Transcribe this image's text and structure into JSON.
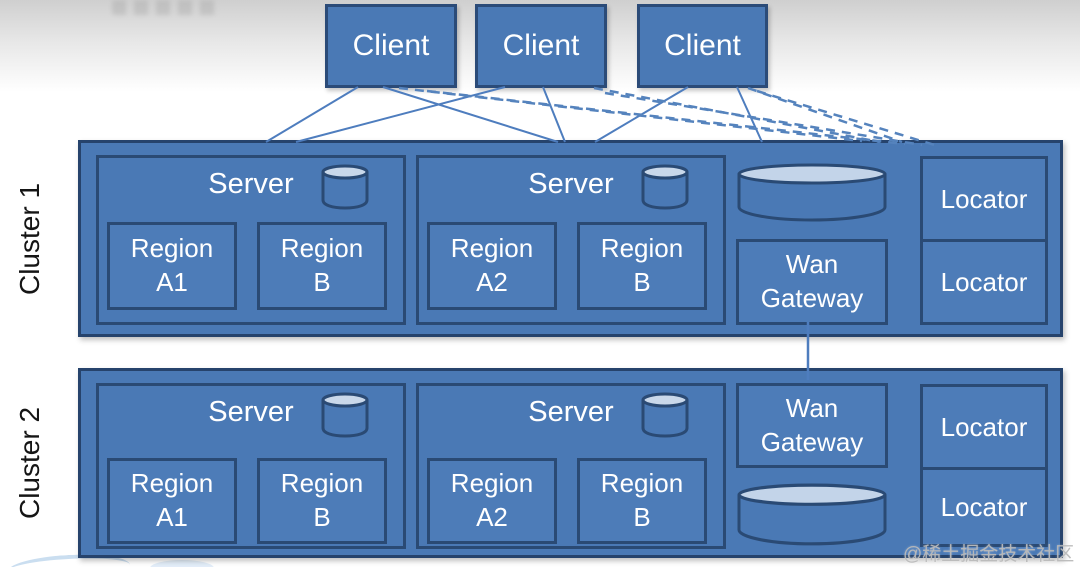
{
  "clients": [
    {
      "label": "Client"
    },
    {
      "label": "Client"
    },
    {
      "label": "Client"
    }
  ],
  "clusters": [
    {
      "label": "Cluster 1",
      "servers": [
        {
          "label": "Server",
          "disk_icon": "database-cylinder",
          "regions": [
            {
              "line1": "Region",
              "line2": "A1"
            },
            {
              "line1": "Region",
              "line2": "B"
            }
          ]
        },
        {
          "label": "Server",
          "disk_icon": "database-cylinder",
          "regions": [
            {
              "line1": "Region",
              "line2": "A2"
            },
            {
              "line1": "Region",
              "line2": "B"
            }
          ]
        }
      ],
      "gateway": {
        "line1": "Wan",
        "line2": "Gateway"
      },
      "disk_position": "above-gateway",
      "locators": [
        {
          "label": "Locator"
        },
        {
          "label": "Locator"
        }
      ]
    },
    {
      "label": "Cluster 2",
      "servers": [
        {
          "label": "Server",
          "disk_icon": "database-cylinder",
          "regions": [
            {
              "line1": "Region",
              "line2": "A1"
            },
            {
              "line1": "Region",
              "line2": "B"
            }
          ]
        },
        {
          "label": "Server",
          "disk_icon": "database-cylinder",
          "regions": [
            {
              "line1": "Region",
              "line2": "A2"
            },
            {
              "line1": "Region",
              "line2": "B"
            }
          ]
        }
      ],
      "gateway": {
        "line1": "Wan",
        "line2": "Gateway"
      },
      "disk_position": "below-gateway",
      "locators": [
        {
          "label": "Locator"
        },
        {
          "label": "Locator"
        }
      ]
    }
  ],
  "connections": {
    "solid_links": "clients to servers",
    "dashed_links": "clients to locators",
    "gateway_link": "Wan Gateway cluster 1 to Wan Gateway cluster 2"
  },
  "colors": {
    "node_fill": "#4A79B5",
    "inner_node_fill": "#4D7CB8",
    "node_border": "#2A4A74",
    "outer_border": "#26436C",
    "node_text": "#FFFFFF",
    "line": "#4E7DBE",
    "cylinder_top": "#C3D4E9",
    "cluster_label_text": "#151515",
    "background_top": "#CFCFCF",
    "background": "#FFFFFF"
  },
  "watermark": {
    "label": "@稀土掘金技术社区"
  }
}
